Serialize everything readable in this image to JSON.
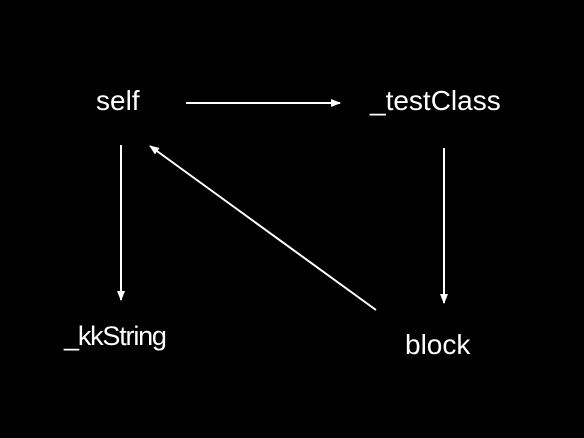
{
  "diagram": {
    "background": "#000000",
    "foreground": "#ffffff",
    "nodes": {
      "self": "self",
      "test_class": "_testClass",
      "kk_string": "_kkString",
      "block": "block"
    },
    "edges": [
      {
        "from": "self",
        "to": "_testClass"
      },
      {
        "from": "_testClass",
        "to": "block"
      },
      {
        "from": "block",
        "to": "self"
      },
      {
        "from": "self",
        "to": "_kkString"
      }
    ]
  }
}
